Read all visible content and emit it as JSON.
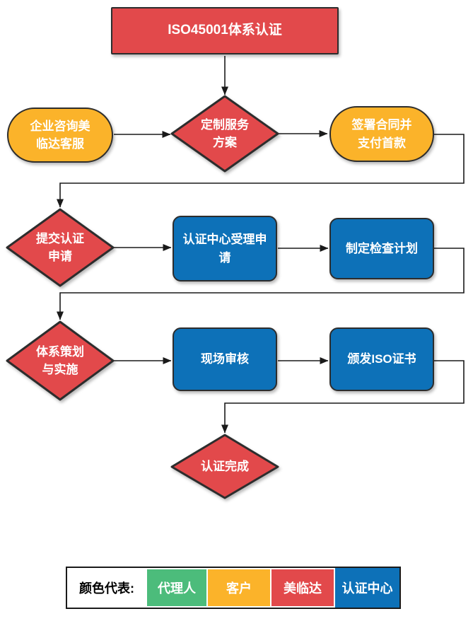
{
  "colors": {
    "red": "#E2494B",
    "yellow": "#FBB32A",
    "blue": "#0D71B8",
    "green": "#4CBC7B",
    "outline": "#2D2D2D",
    "wire": "#1A1A1A"
  },
  "nodes": {
    "title": {
      "label": "ISO45001体系认证"
    },
    "consult": {
      "label": "企业咨询美\n临达客服"
    },
    "custom_plan": {
      "label": "定制服务\n方案"
    },
    "sign_contract": {
      "label": "签署合同并\n支付首款"
    },
    "submit_application": {
      "label": "提交认证\n申请"
    },
    "accept_application": {
      "label": "认证中心受理申\n请"
    },
    "inspection_plan": {
      "label": "制定检查计划"
    },
    "system_planning": {
      "label": "体系策划\n与实施"
    },
    "onsite_audit": {
      "label": "现场审核"
    },
    "issue_certificate": {
      "label": "颁发ISO证书"
    },
    "certification_complete": {
      "label": "认证完成"
    }
  },
  "legend": {
    "label": "颜色代表:",
    "items": [
      {
        "label": "代理人",
        "color": "#4CBC7B"
      },
      {
        "label": "客户",
        "color": "#FBB32A"
      },
      {
        "label": "美临达",
        "color": "#E2494B"
      },
      {
        "label": "认证中心",
        "color": "#0D71B8"
      }
    ]
  }
}
